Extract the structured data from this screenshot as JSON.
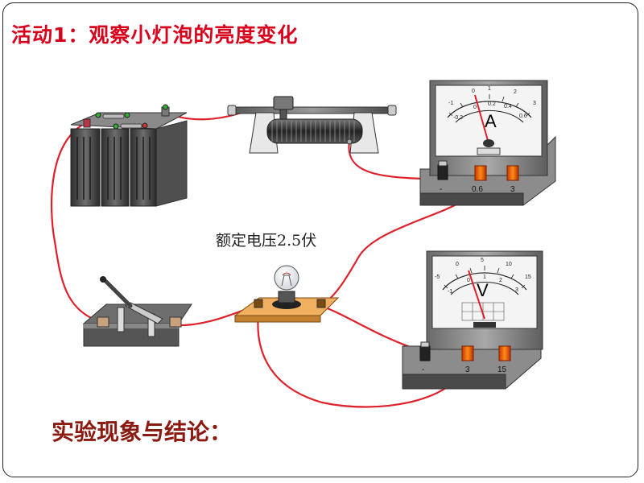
{
  "slide": {
    "title": "活动1：观察小灯泡的亮度变化",
    "rated_label": "额定电压2.5伏",
    "conclusion_label": "实验现象与结论："
  },
  "ammeter": {
    "letter": "A",
    "outer_scale": [
      "-1",
      "0",
      "1",
      "2",
      "3"
    ],
    "inner_scale": [
      "-0.2",
      "0",
      "0.2",
      "0.4",
      "0.6"
    ],
    "terminals": [
      "-",
      "0.6",
      "3"
    ]
  },
  "voltmeter": {
    "letter": "V",
    "outer_scale": [
      "-5",
      "0",
      "5",
      "10",
      "15"
    ],
    "inner_scale": [
      "-1",
      "0",
      "1",
      "2",
      "3"
    ],
    "terminals": [
      "-",
      "3",
      "15"
    ]
  },
  "colors": {
    "title": "#d9001b",
    "conclusion": "#8b1a10",
    "wire": "#e0202a",
    "needle": "#e0202a"
  },
  "icons": [
    "battery-pack-icon",
    "rheostat-icon",
    "ammeter-icon",
    "voltmeter-icon",
    "knife-switch-icon",
    "bulb-icon"
  ]
}
